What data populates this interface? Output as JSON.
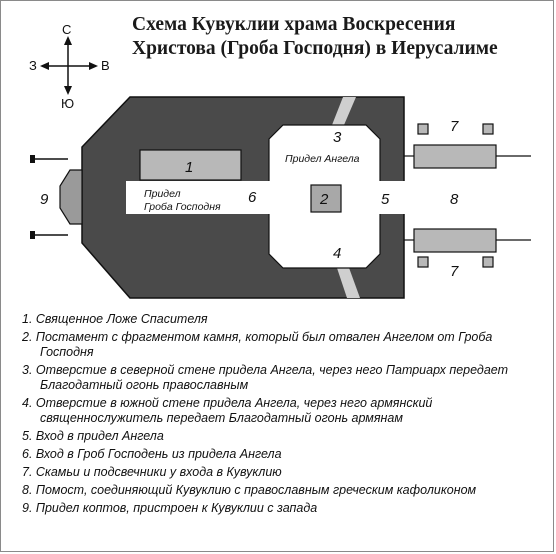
{
  "title": {
    "line1": "Схема Кувуклии храма Воскресения",
    "line2": "Христова (Гроба Господня) в Иерусалиме"
  },
  "compass": {
    "north": "С",
    "south": "Ю",
    "west": "З",
    "east": "В"
  },
  "diagram": {
    "labels": {
      "n1": "1",
      "n2": "2",
      "n3": "3",
      "n4": "4",
      "n5": "5",
      "n6": "6",
      "n7_top": "7",
      "n7_bottom": "7",
      "n8": "8",
      "n9": "9",
      "angel_chapel": "Придел Ангела",
      "tomb_chapel_line1": "Придел",
      "tomb_chapel_line2": "Гроба Господня"
    }
  },
  "legend": [
    "1. Священное Ложе Спасителя",
    "2. Постамент с фрагментом камня, который был отвален Ангелом от Гроба Господня",
    "3. Отверстие в северной стене придела Ангела, через него Патриарх передает Благодатный огонь православным",
    "4. Отверстие в южной стене придела Ангела, через него армянский священнослужитель передает Благодатный огонь армянам",
    "5. Вход в придел Ангела",
    "6. Вход в Гроб Господень из придела Ангела",
    "7. Скамьи и подсвечники у входа в Кувуклию",
    "8. Помост, соединяющий Кувуклию с православным греческим кафоликоном",
    "9. Придел коптов, пристроен к Кувуклии с запада"
  ]
}
